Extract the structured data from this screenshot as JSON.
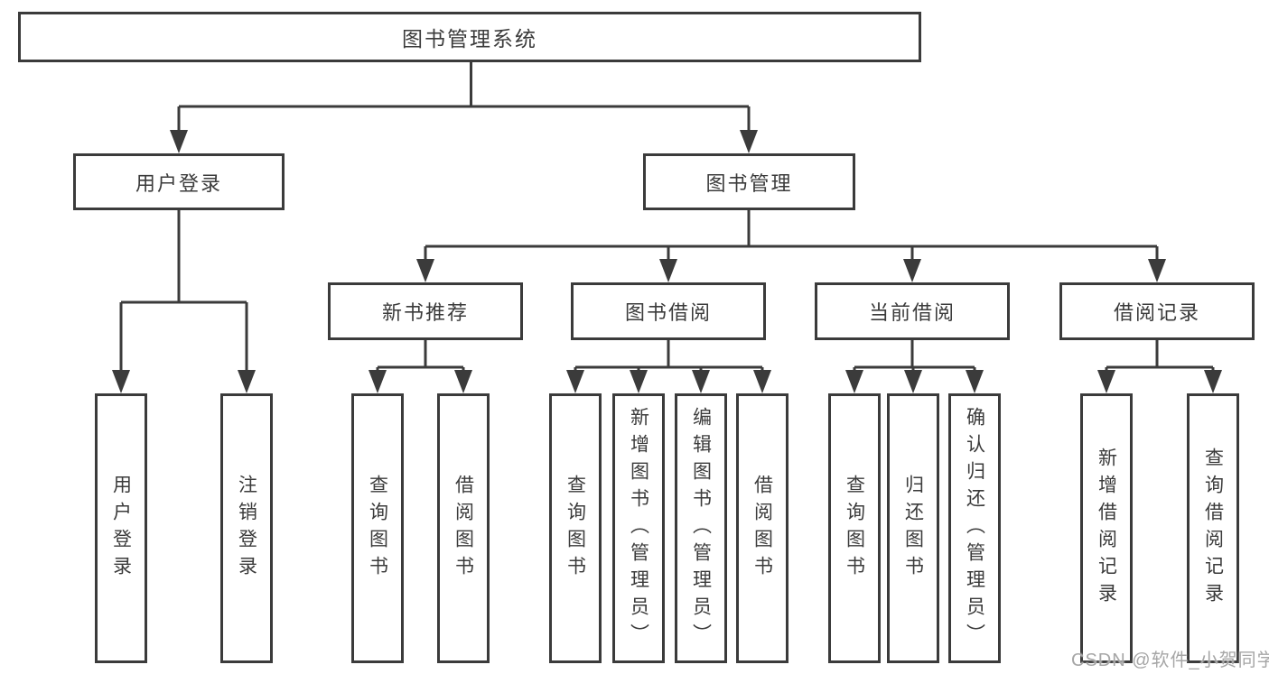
{
  "diagram": {
    "root": {
      "label": "图书管理系统"
    },
    "login": {
      "label": "用户登录",
      "children": [
        {
          "label": "用户登录"
        },
        {
          "label": "注销登录"
        }
      ]
    },
    "management": {
      "label": "图书管理",
      "sections": [
        {
          "label": "新书推荐",
          "children": [
            {
              "label": "查询图书"
            },
            {
              "label": "借阅图书"
            }
          ]
        },
        {
          "label": "图书借阅",
          "children": [
            {
              "label": "查询图书"
            },
            {
              "label": "新增图书（管理员）"
            },
            {
              "label": "编辑图书（管理员）"
            },
            {
              "label": "借阅图书"
            }
          ]
        },
        {
          "label": "当前借阅",
          "children": [
            {
              "label": "查询图书"
            },
            {
              "label": "归还图书"
            },
            {
              "label": "确认归还（管理员）"
            }
          ]
        },
        {
          "label": "借阅记录",
          "children": [
            {
              "label": "新增借阅记录"
            },
            {
              "label": "查询借阅记录"
            }
          ]
        }
      ]
    }
  },
  "watermark": {
    "text": "CSDN @软件_小贺同学"
  },
  "colors": {
    "line": "#3b3b3b",
    "text": "#3b3b3b",
    "watermark": "#a6a6a6",
    "background": "#ffffff"
  }
}
